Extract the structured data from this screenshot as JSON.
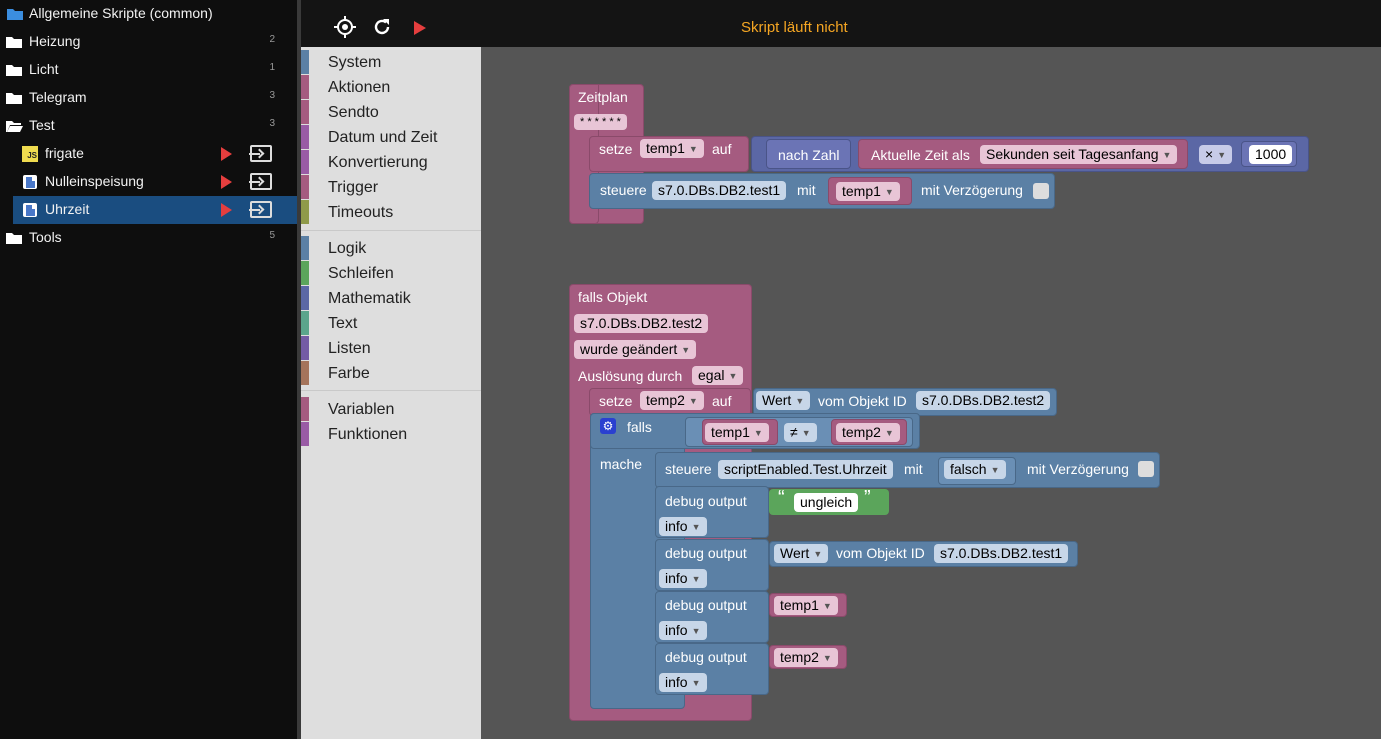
{
  "tree": {
    "items": [
      {
        "label": "Allgemeine Skripte (common)",
        "count": ""
      },
      {
        "label": "Heizung",
        "count": "2"
      },
      {
        "label": "Licht",
        "count": "1"
      },
      {
        "label": "Telegram",
        "count": "3"
      },
      {
        "label": "Test",
        "count": "3"
      },
      {
        "label": "frigate",
        "count": ""
      },
      {
        "label": "Nulleinspeisung",
        "count": ""
      },
      {
        "label": "Uhrzeit",
        "count": ""
      },
      {
        "label": "Tools",
        "count": "5"
      }
    ],
    "js_badge": "JS"
  },
  "toolbar": {
    "status": "Skript läuft nicht",
    "icons": [
      "crosshair-icon",
      "refresh-icon",
      "play-icon"
    ]
  },
  "categories": {
    "group1": [
      "System",
      "Aktionen",
      "Sendto",
      "Datum und Zeit",
      "Konvertierung",
      "Trigger",
      "Timeouts"
    ],
    "group2": [
      "Logik",
      "Schleifen",
      "Mathematik",
      "Text",
      "Listen",
      "Farbe"
    ],
    "group3": [
      "Variablen",
      "Funktionen"
    ],
    "colors": {
      "system": "#5b80a5",
      "aktionen": "#a55b80",
      "trigger": "#745ba5",
      "timeouts": "#8f9a4a",
      "logik": "#5b80a5",
      "schleifen": "#5ba55b",
      "mathematik": "#5b67a5",
      "text": "#5ba58c",
      "listen": "#745ba5",
      "farbe": "#a5745b",
      "variablen": "#a55b80",
      "funktionen": "#995ba5"
    }
  },
  "blocks": {
    "schedule": {
      "title": "Zeitplan",
      "cron": "* * * * * *",
      "set_label": "setze",
      "set_var": "temp1",
      "set_auf": "auf",
      "nach_zahl": "nach Zahl",
      "aktuelle_zeit": "Aktuelle Zeit als",
      "zeit_format": "Sekunden seit Tagesanfang",
      "op": "×",
      "number": "1000",
      "ctrl_label": "steuere",
      "ctrl_obj": "s7.0.DBs.DB2.test1",
      "ctrl_mit": "mit",
      "ctrl_var": "temp1",
      "ctrl_delay": "mit Verzögerung"
    },
    "trigger": {
      "title": "falls Objekt",
      "obj": "s7.0.DBs.DB2.test2",
      "cond": "wurde geändert",
      "ausloesung": "Auslösung durch",
      "ausloesung_val": "egal",
      "set_label": "setze",
      "set_var": "temp2",
      "set_auf": "auf",
      "wert": "Wert",
      "vom_obj": "vom Objekt ID",
      "vom_obj_id": "s7.0.DBs.DB2.test2",
      "if_label": "falls",
      "if_left": "temp1",
      "if_op": "≠",
      "if_right": "temp2",
      "do_label": "mache",
      "ctrl_label": "steuere",
      "ctrl_obj": "scriptEnabled.Test.Uhrzeit",
      "ctrl_mit": "mit",
      "ctrl_val": "falsch",
      "ctrl_delay": "mit Verzögerung",
      "debug_label": "debug output",
      "level": "info",
      "debug1_text": "ungleich",
      "quote_open": "“",
      "quote_close": "”",
      "debug2_wert": "Wert",
      "debug2_vom": "vom Objekt ID",
      "debug2_id": "s7.0.DBs.DB2.test1",
      "debug3_var": "temp1",
      "debug4_var": "temp2"
    }
  }
}
